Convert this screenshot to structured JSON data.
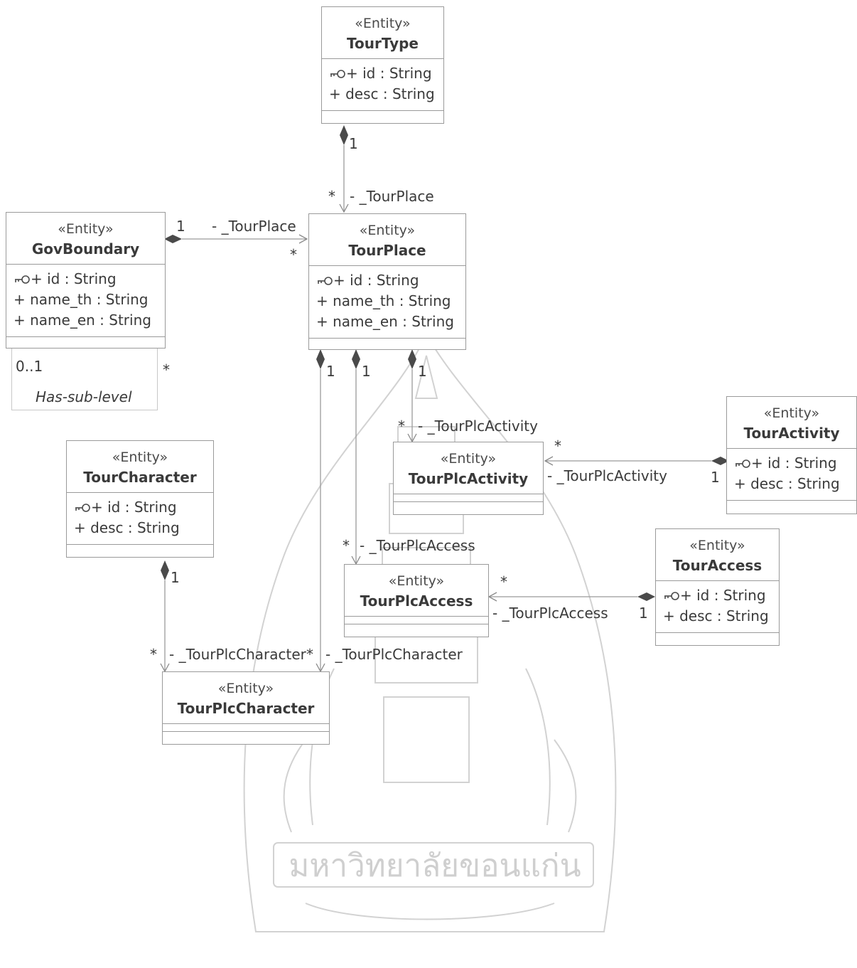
{
  "stereotype": "«Entity»",
  "entities": {
    "tour_type": {
      "name": "TourType",
      "attrs": [
        "+ id : String",
        "+ desc : String"
      ],
      "key_attr": 0
    },
    "gov_boundary": {
      "name": "GovBoundary",
      "attrs": [
        "+ id : String",
        "+ name_th : String",
        "+ name_en : String"
      ],
      "key_attr": 0
    },
    "tour_place": {
      "name": "TourPlace",
      "attrs": [
        "+ id : String",
        "+ name_th : String",
        "+ name_en : String"
      ],
      "key_attr": 0
    },
    "tour_activity": {
      "name": "TourActivity",
      "attrs": [
        "+ id : String",
        "+ desc : String"
      ],
      "key_attr": 0
    },
    "tour_plc_activity": {
      "name": "TourPlcActivity",
      "attrs": []
    },
    "tour_character": {
      "name": "TourCharacter",
      "attrs": [
        "+ id : String",
        "+ desc : String"
      ],
      "key_attr": 0
    },
    "tour_access": {
      "name": "TourAccess",
      "attrs": [
        "+ id : String",
        "+ desc : String"
      ],
      "key_attr": 0
    },
    "tour_plc_access": {
      "name": "TourPlcAccess",
      "attrs": []
    },
    "tour_plc_character": {
      "name": "TourPlcCharacter",
      "attrs": []
    }
  },
  "labels": {
    "type_place_one": "1",
    "type_place_many": "*",
    "type_place_role": "- _TourPlace",
    "gov_place_one": "1",
    "gov_place_role": "- _TourPlace",
    "gov_place_many": "*",
    "self_lower": "0..1",
    "self_upper": "*",
    "self_name": "Has-sub-level",
    "place_char_one": "1",
    "place_access_one": "1",
    "place_activity_one": "1",
    "plcact_many": "*",
    "plcact_role": "- _TourPlcActivity",
    "act_plcact_many": "*",
    "act_plcact_role": "- _TourPlcActivity",
    "act_plcact_one": "1",
    "plcacc_many": "*",
    "plcacc_role": "- _TourPlcAccess",
    "acc_plcacc_many": "*",
    "acc_plcacc_role": "- _TourPlcAccess",
    "acc_plcacc_one": "1",
    "char_plcchar_one": "1",
    "char_plcchar_many": "*",
    "char_plcchar_role": "- _TourPlcCharacter",
    "place_plcchar_many": "*",
    "place_plcchar_role": "- _TourPlcCharacter"
  },
  "watermark_text": "มหาวิทยาลัยขอนแก่น",
  "colors": {
    "line": "#9a9a9a",
    "text": "#3a3a3a",
    "watermark": "#cfcfcf"
  }
}
